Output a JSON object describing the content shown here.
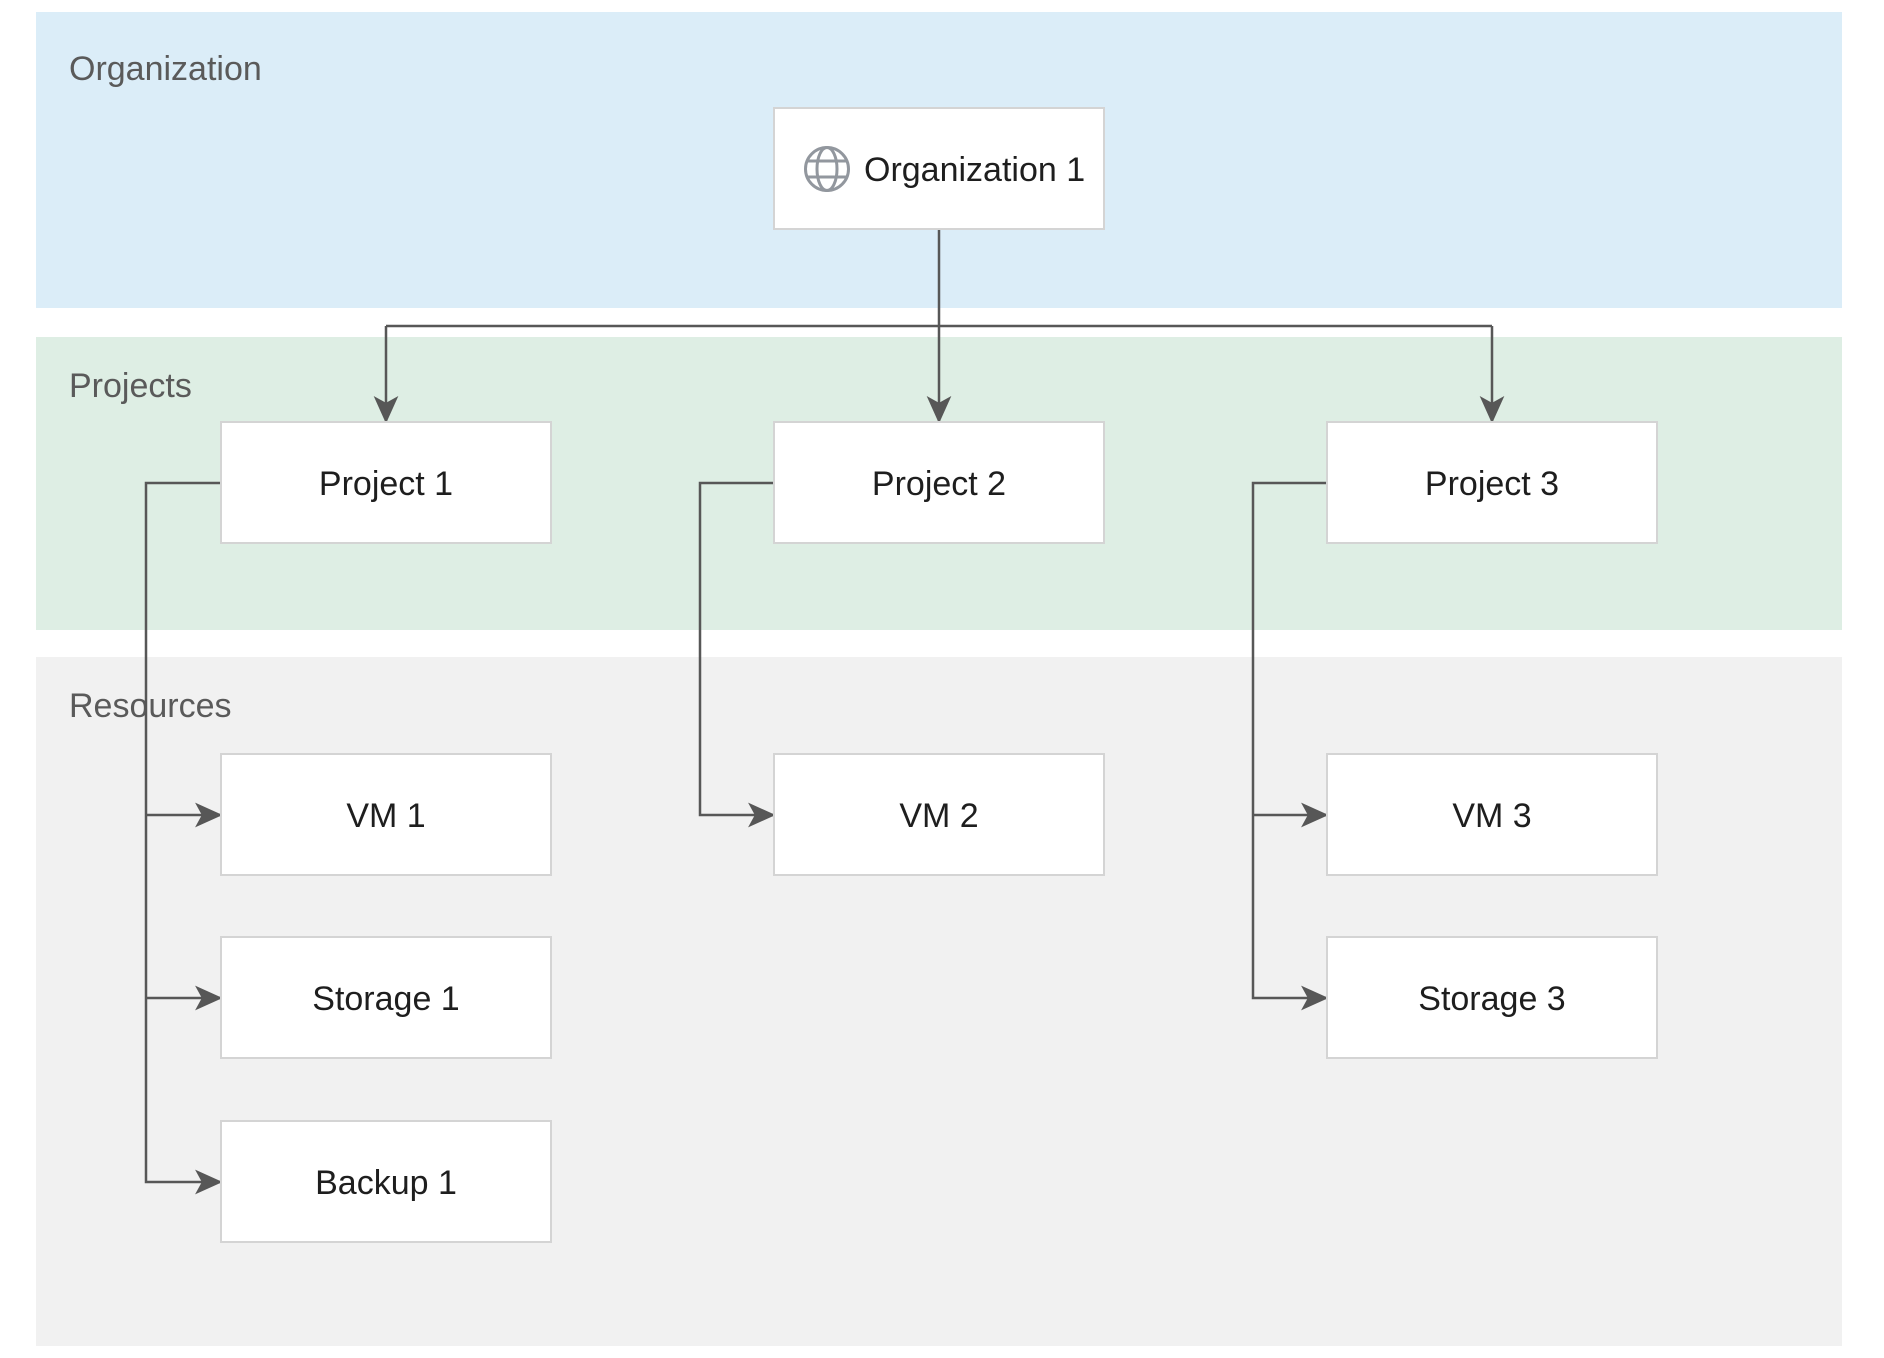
{
  "diagram": {
    "bands": [
      {
        "id": "organization",
        "label": "Organization",
        "color": "#dbedf8"
      },
      {
        "id": "projects",
        "label": "Projects",
        "color": "#deeee4"
      },
      {
        "id": "resources",
        "label": "Resources",
        "color": "#f1f1f1"
      }
    ],
    "nodes": [
      {
        "id": "org1",
        "label": "Organization 1",
        "band": "organization",
        "icon": "globe-icon"
      },
      {
        "id": "project1",
        "label": "Project 1",
        "band": "projects"
      },
      {
        "id": "project2",
        "label": "Project 2",
        "band": "projects"
      },
      {
        "id": "project3",
        "label": "Project 3",
        "band": "projects"
      },
      {
        "id": "vm1",
        "label": "VM 1",
        "band": "resources"
      },
      {
        "id": "storage1",
        "label": "Storage 1",
        "band": "resources"
      },
      {
        "id": "backup1",
        "label": "Backup 1",
        "band": "resources"
      },
      {
        "id": "vm2",
        "label": "VM 2",
        "band": "resources"
      },
      {
        "id": "vm3",
        "label": "VM 3",
        "band": "resources"
      },
      {
        "id": "storage3",
        "label": "Storage 3",
        "band": "resources"
      }
    ],
    "edges": [
      {
        "from": "org1",
        "to": "project1"
      },
      {
        "from": "org1",
        "to": "project2"
      },
      {
        "from": "org1",
        "to": "project3"
      },
      {
        "from": "project1",
        "to": "vm1"
      },
      {
        "from": "project1",
        "to": "storage1"
      },
      {
        "from": "project1",
        "to": "backup1"
      },
      {
        "from": "project2",
        "to": "vm2"
      },
      {
        "from": "project3",
        "to": "vm3"
      },
      {
        "from": "project3",
        "to": "storage3"
      }
    ],
    "colors": {
      "band_organization": "#dbedf8",
      "band_projects": "#deeee4",
      "band_resources": "#f1f1f1",
      "node_fill": "#ffffff",
      "node_border": "#d4d4d4",
      "edge": "#575757",
      "band_label": "#5a5a5a",
      "node_text": "#1e1e1e",
      "globe_icon": "#92979e"
    }
  }
}
